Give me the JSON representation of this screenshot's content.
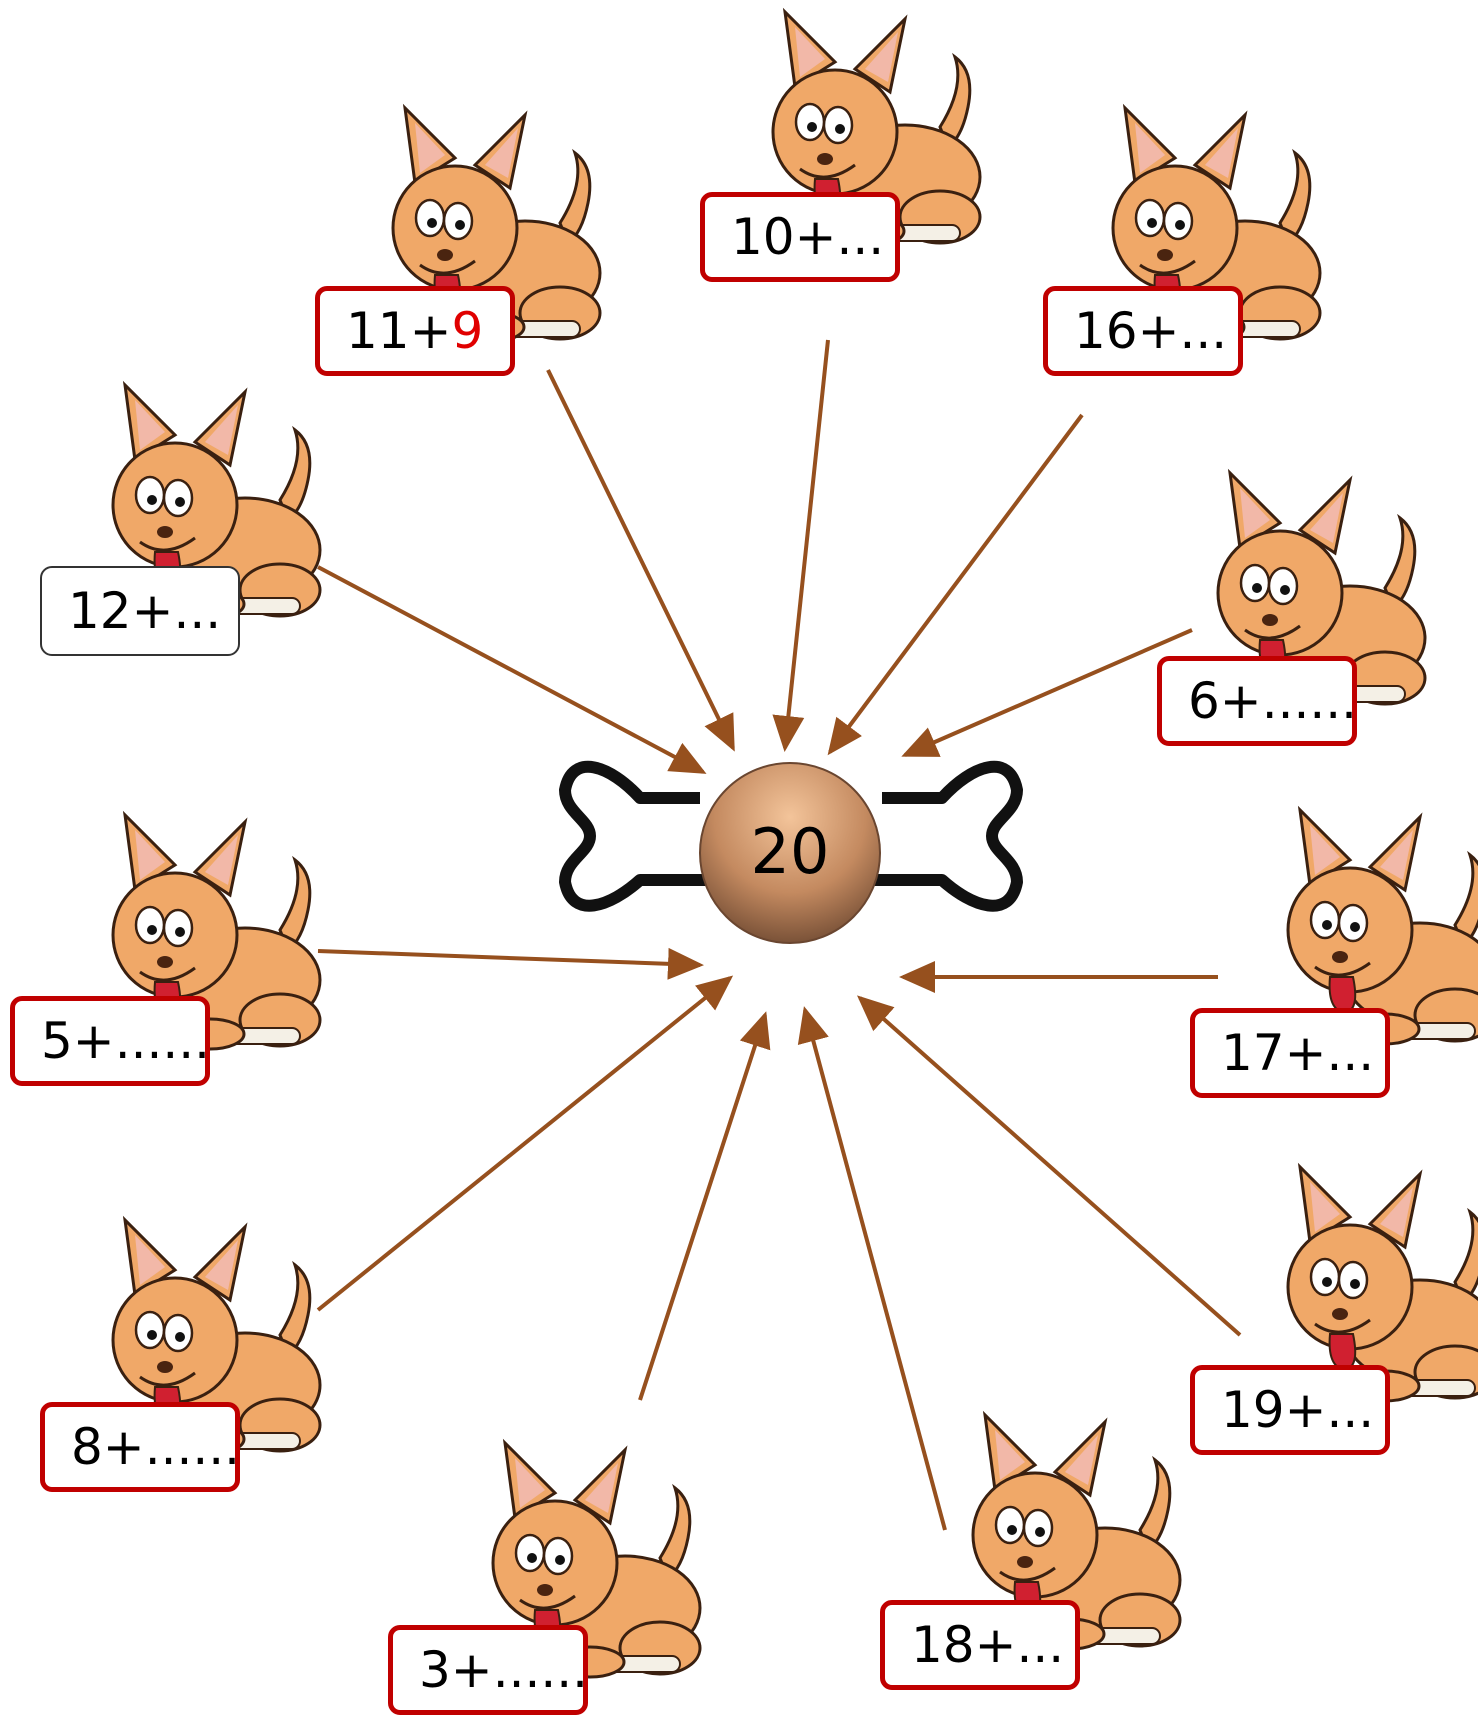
{
  "center": {
    "value": "20"
  },
  "colors": {
    "box_border": "#c00000",
    "arrow": "#96501e",
    "answer": "#e00000",
    "dog_body": "#f0a868",
    "dog_outline": "#3a2010",
    "dog_inner_ear": "#f2b8a8"
  },
  "icons": {
    "dog": "dog-icon",
    "bone": "bone-icon"
  },
  "problems": [
    {
      "id": "p12",
      "expr": "12+...",
      "answer": ""
    },
    {
      "id": "p11",
      "expr": "11+",
      "answer": "9"
    },
    {
      "id": "p10",
      "expr": "10+...",
      "answer": ""
    },
    {
      "id": "p16",
      "expr": "16+...",
      "answer": ""
    },
    {
      "id": "p6",
      "expr": "6+......",
      "answer": ""
    },
    {
      "id": "p17",
      "expr": "17+...",
      "answer": ""
    },
    {
      "id": "p19",
      "expr": "19+...",
      "answer": ""
    },
    {
      "id": "p18",
      "expr": "18+...",
      "answer": ""
    },
    {
      "id": "p3",
      "expr": "3+......",
      "answer": ""
    },
    {
      "id": "p8",
      "expr": "8+......",
      "answer": ""
    },
    {
      "id": "p5",
      "expr": "5+......",
      "answer": ""
    }
  ]
}
